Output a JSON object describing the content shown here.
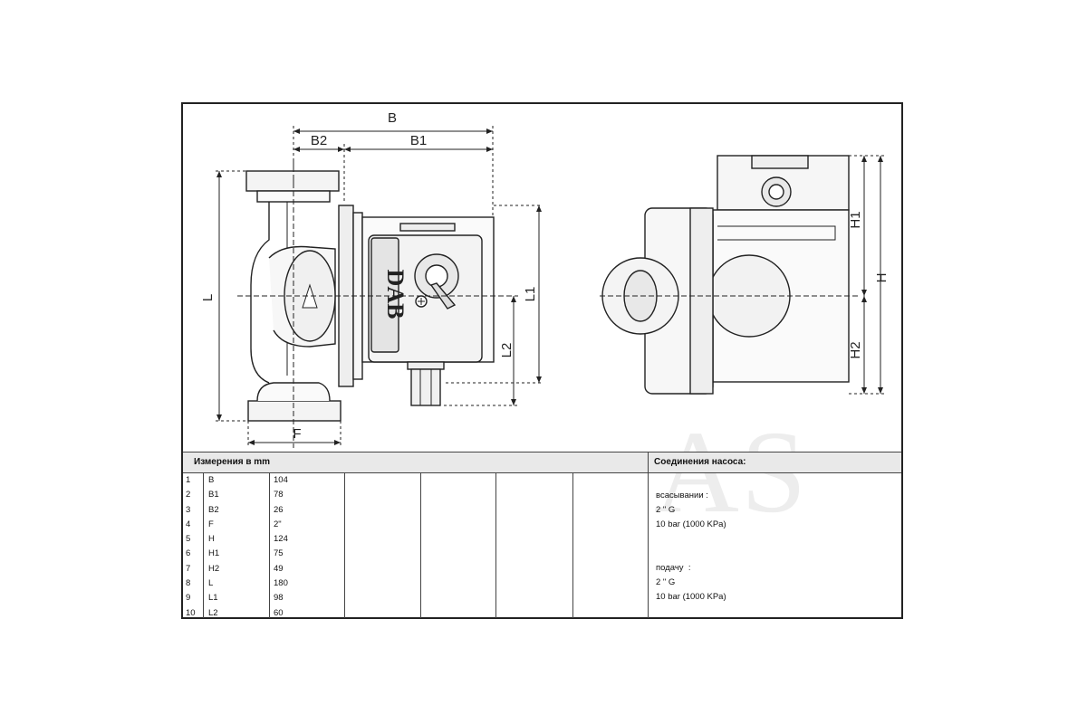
{
  "drawing": {
    "dimension_labels": {
      "B": "B",
      "B1": "B1",
      "B2": "B2",
      "L": "L",
      "L1": "L1",
      "L2": "L2",
      "F": "F",
      "H": "H",
      "H1": "H1",
      "H2": "H2"
    },
    "brand": "DAB",
    "watermark": "AS"
  },
  "table": {
    "dimensions_header": "Измерения в  mm",
    "connections_header": "Соединения насоса:",
    "rows": [
      {
        "n": "1",
        "name": "B",
        "value": "104"
      },
      {
        "n": "2",
        "name": "B1",
        "value": "78"
      },
      {
        "n": "3",
        "name": "B2",
        "value": "26"
      },
      {
        "n": "4",
        "name": "F",
        "value": "2\""
      },
      {
        "n": "5",
        "name": "H",
        "value": "124"
      },
      {
        "n": "6",
        "name": "H1",
        "value": "75"
      },
      {
        "n": "7",
        "name": "H2",
        "value": "49"
      },
      {
        "n": "8",
        "name": "L",
        "value": "180"
      },
      {
        "n": "9",
        "name": "L1",
        "value": "98"
      },
      {
        "n": "10",
        "name": "L2",
        "value": "60"
      }
    ],
    "connections": {
      "suction_label": "всасывании :",
      "suction_thread": "2 \" G",
      "suction_pressure": "10 bar (1000 KPa)",
      "discharge_label": "подачу  :",
      "discharge_thread": "2 \" G",
      "discharge_pressure": "10 bar (1000 KPa)"
    }
  }
}
